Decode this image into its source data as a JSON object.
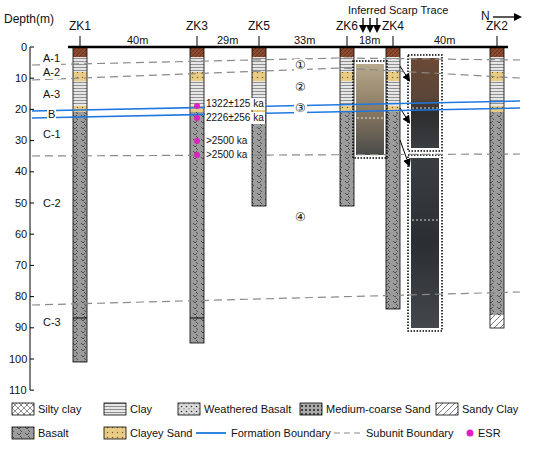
{
  "diagram": {
    "labels": [
      "Depth(m)",
      "Inferred Scarp Trace",
      "N",
      "ZK1",
      "ZK3",
      "ZK5",
      "ZK6",
      "ZK4",
      "ZK2",
      "40m",
      "29m",
      "33m",
      "18m",
      "40m",
      "0",
      "10",
      "20",
      "30",
      "40",
      "50",
      "60",
      "70",
      "80",
      "90",
      "100",
      "110",
      "A-1",
      "A-2",
      "A-3",
      "B",
      "C-1",
      "C-2",
      "C-3",
      "①",
      "②",
      "③",
      "④",
      "1322±125 ka",
      "2226±256 ka",
      ">2500 ka",
      ">2500 ka"
    ],
    "legend": [
      {
        "text": "Silty clay"
      },
      {
        "text": "Clay"
      },
      {
        "text": "Weathered Basalt"
      },
      {
        "text": "Medium-coarse Sand"
      },
      {
        "text": "Sandy Clay"
      },
      {
        "text": "Basalt"
      },
      {
        "text": "Clayey Sand"
      },
      {
        "text": "Formation Boundary"
      },
      {
        "text": "Subunit Boundary"
      },
      {
        "text": "ESR"
      }
    ]
  }
}
